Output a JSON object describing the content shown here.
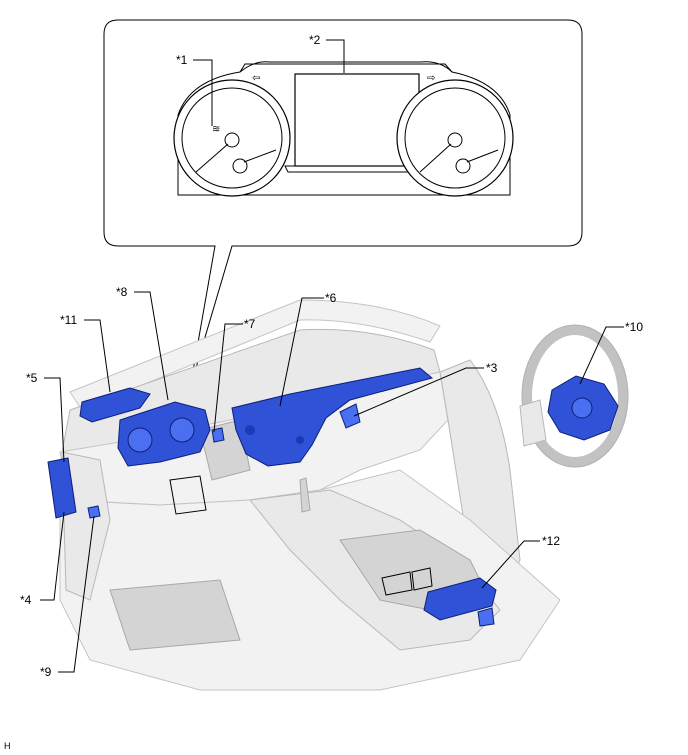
{
  "callouts": {
    "c1": "*1",
    "c2": "*2",
    "c3": "*3",
    "c4": "*4",
    "c5": "*5",
    "c6": "*6",
    "c7": "*7",
    "c8": "*8",
    "c9": "*9",
    "c10": "*10",
    "c11": "*11",
    "c12": "*12"
  },
  "corner_mark": "H",
  "colors": {
    "highlight": "#2f52d6",
    "interior": "#e9e9e9",
    "line": "#000000"
  }
}
